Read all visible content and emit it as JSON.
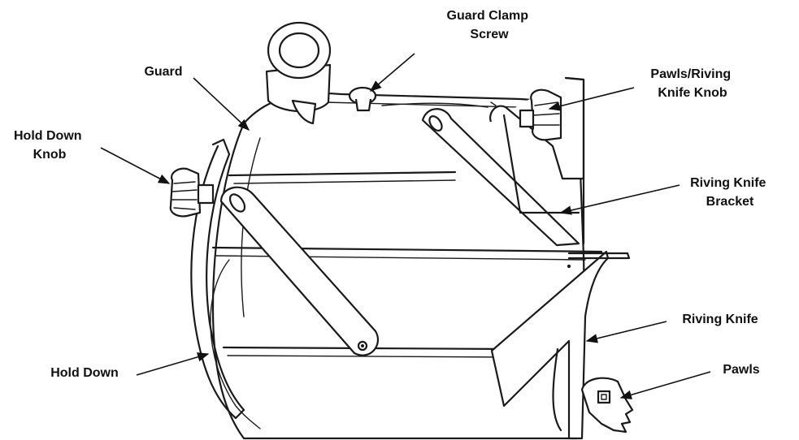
{
  "labels": {
    "guard_clamp_screw": [
      "Guard Clamp",
      "Screw"
    ],
    "guard": [
      "Guard"
    ],
    "pawls_riving_knife_knob": [
      "Pawls/Riving",
      "Knife Knob"
    ],
    "hold_down_knob": [
      "Hold Down",
      "Knob"
    ],
    "riving_knife_bracket": [
      "Riving Knife",
      "Bracket"
    ],
    "riving_knife": [
      "Riving Knife"
    ],
    "hold_down": [
      "Hold Down"
    ],
    "pawls": [
      "Pawls"
    ]
  },
  "colors": {
    "ink": "#1a1a1a",
    "background": "#ffffff"
  }
}
